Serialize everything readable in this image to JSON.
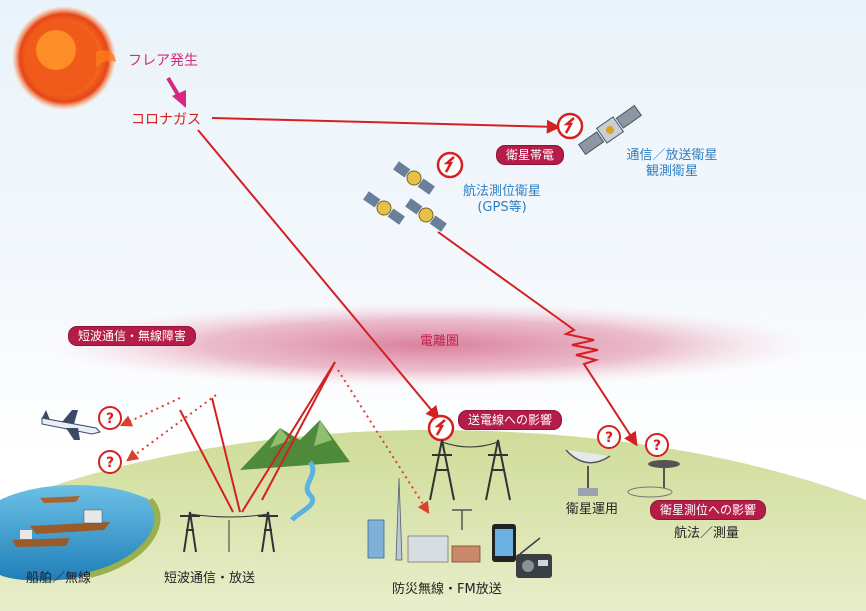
{
  "labels": {
    "flare": "フレア発生",
    "coronal_gas": "コロナガス",
    "satellite_charging": "衛星帯電",
    "comm_sat_line1": "通信／放送衛星",
    "comm_sat_line2": "観測衛星",
    "nav_sat_line1": "航法測位衛星",
    "nav_sat_line2": "(GPS等)",
    "shortwave_disruption": "短波通信・無線障害",
    "ionosphere": "電離圏",
    "power_line_impact": "送電線への影響",
    "satellite_operation": "衛星運用",
    "positioning_impact": "衛星測位への影響",
    "navigation_survey": "航法／測量",
    "ships_radio": "船舶／無線",
    "shortwave_broadcast": "短波通信・放送",
    "disaster_radio_fm": "防災無線・FM放送"
  },
  "colors": {
    "arrow_red": "#d42020",
    "flare_pink": "#d6287e",
    "badge": "#b51c47",
    "ionosphere": "#d56a8c",
    "ground": "#b9cd7a",
    "sea": "#3aa0d0",
    "satellite_blue": "#2f7fc0"
  },
  "icons": [
    "sun-icon",
    "satellite-icon",
    "gps-satellite-icon",
    "airplane-icon",
    "ship-icon",
    "antenna-tower-icon",
    "power-tower-icon",
    "mountain-icon",
    "building-icon",
    "smartphone-icon",
    "radio-icon",
    "parabolic-antenna-icon",
    "gnss-receiver-icon",
    "question-mark-icon",
    "impact-icon"
  ]
}
